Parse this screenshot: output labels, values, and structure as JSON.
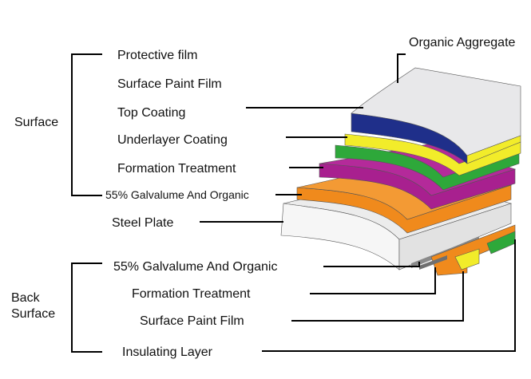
{
  "title": "",
  "groups": {
    "surface": "Surface",
    "back_surface_line1": "Back",
    "back_surface_line2": "Surface"
  },
  "labels": {
    "organic_aggregate": "Organic Aggregate",
    "protective_film": "Protective film",
    "surface_paint_film": "Surface Paint Film",
    "top_coating": "Top Coating",
    "underlayer_coating": "Underlayer Coating",
    "formation_treatment": "Formation Treatment",
    "galvalume_top": "55% Galvalume And Organic",
    "steel_plate": "Steel Plate",
    "galvalume_back": "55% Galvalume And Organic",
    "formation_treatment_back": "Formation Treatment",
    "surface_paint_film_back": "Surface Paint Film",
    "insulating_layer": "Insulating Layer"
  },
  "colors": {
    "film": "#e8e8ea",
    "navy": "#1f2f8a",
    "yellow": "#f2ec2a",
    "green": "#2ea83a",
    "magenta": "#a8208f",
    "orange": "#f08a1c",
    "steel": "#ececec",
    "steel_front": "#f6f6f6",
    "back_gray": "#8a8a8a"
  }
}
